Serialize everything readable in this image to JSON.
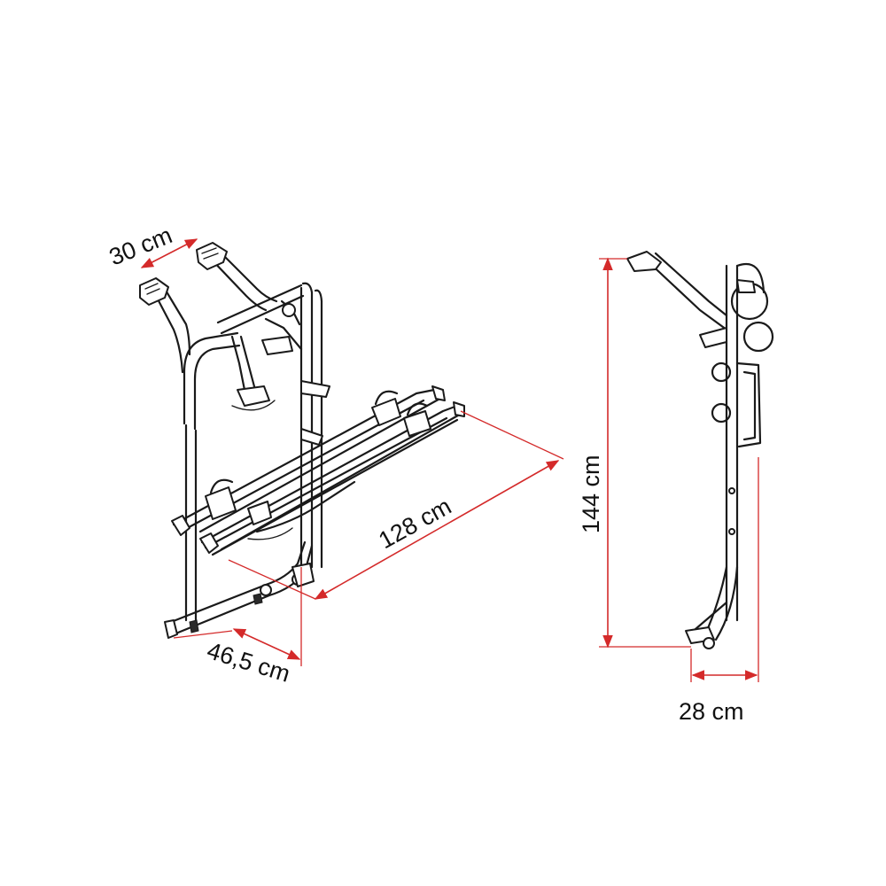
{
  "dimensions": {
    "top_width": "30 cm",
    "depth": "46,5 cm",
    "rail_length": "128 cm",
    "height": "144 cm",
    "side_depth": "28 cm"
  },
  "colors": {
    "dimension_line": "#d42a2a",
    "drawing_stroke": "#1a1a1a",
    "background": "#ffffff"
  }
}
